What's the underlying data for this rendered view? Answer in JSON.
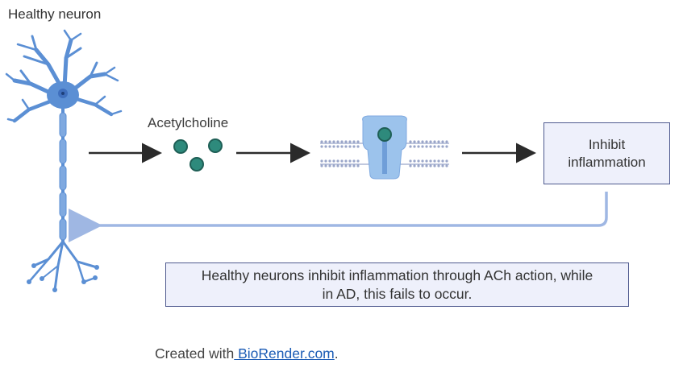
{
  "title": "Healthy neuron",
  "ach_label": "Acetylcholine",
  "inhibit_box": "Inhibit inflammation",
  "summary": "Healthy neurons inhibit inflammation through ACh action, while in AD, this fails to occur.",
  "credit": {
    "prefix": "Created with",
    "link_text": " BioRender.com",
    "suffix": "."
  },
  "icons": [
    "neuron-icon",
    "acetylcholine-molecule-icon",
    "receptor-membrane-icon",
    "arrow-icon",
    "feedback-arrow-icon"
  ],
  "colors": {
    "neuron": "#5b8fd4",
    "neuron_light": "#7fa9e0",
    "molecule": "#2e8a7c",
    "molecule_stroke": "#1f5f56",
    "membrane": "#9aa6c9",
    "receptor": "#9cc3ec",
    "arrow": "#2b2b2b",
    "feedback_arrow": "#9fb7e3",
    "box_border": "#4f5a8f",
    "box_fill": "#eef0fb"
  }
}
